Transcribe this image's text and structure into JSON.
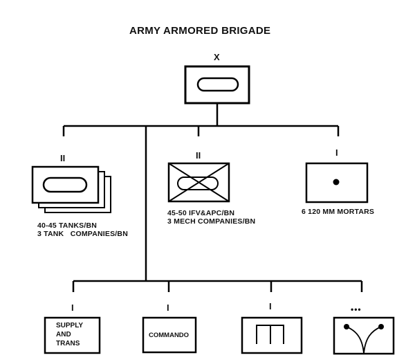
{
  "title": "ARMY ARMORED BRIGADE",
  "hq": {
    "echelon": "X"
  },
  "first_tier": [
    {
      "echelon": "II",
      "caption_lines": [
        "40-45 TANKS/BN",
        "3 TANK   COMPANIES/BN"
      ],
      "symbol": "armor-stacked"
    },
    {
      "echelon": "II",
      "caption_lines": [
        "45-50 IFV&APC/BN",
        "3 MECH COMPANIES/BN"
      ],
      "symbol": "mechanized-infantry"
    },
    {
      "echelon": "I",
      "caption_lines": [
        "6 120 MM MORTARS"
      ],
      "symbol": "mortar"
    }
  ],
  "second_tier": [
    {
      "echelon": "I",
      "label_lines": [
        "SUPPLY",
        "AND",
        "TRANS"
      ],
      "symbol": "text-box"
    },
    {
      "echelon": "I",
      "label_lines": [
        "COMMANDO"
      ],
      "symbol": "text-box"
    },
    {
      "echelon": "I",
      "label_lines": [],
      "symbol": "engineer"
    },
    {
      "echelon": "•••",
      "label_lines": [],
      "symbol": "signal"
    }
  ]
}
